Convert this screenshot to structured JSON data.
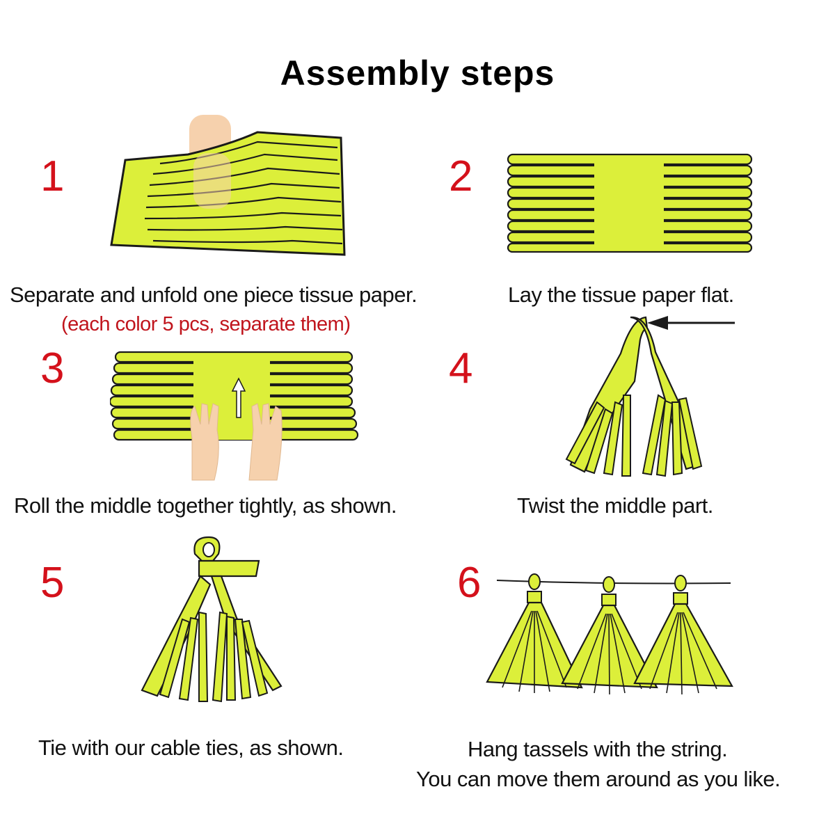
{
  "title": "Assembly steps",
  "colors": {
    "paper": "#dcef3a",
    "outline": "#1a1a1a",
    "number": "#d4111b",
    "note": "#c0141c",
    "skin": "#f6d1ad"
  },
  "steps": [
    {
      "number": "1",
      "caption": "Separate and unfold one piece tissue paper.",
      "note": "(each color 5 pcs, separate them)"
    },
    {
      "number": "2",
      "caption": "Lay the tissue paper flat."
    },
    {
      "number": "3",
      "caption": "Roll the middle together tightly, as shown."
    },
    {
      "number": "4",
      "caption": "Twist the middle part."
    },
    {
      "number": "5",
      "caption": "Tie with our cable ties, as shown."
    },
    {
      "number": "6",
      "caption": "Hang tassels with the string.",
      "caption2": "You can move them around as you like."
    }
  ]
}
